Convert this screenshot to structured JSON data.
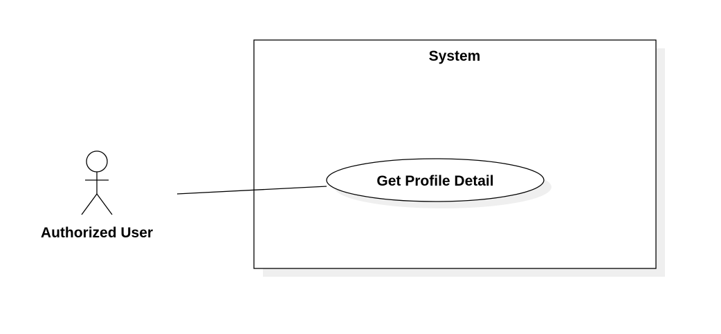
{
  "system_boundary": {
    "title": "System"
  },
  "actor": {
    "name": "Authorized User"
  },
  "use_case": {
    "name": "Get Profile Detail"
  },
  "colors": {
    "line": "#000000",
    "shadow": "#efefef",
    "fill": "#ffffff"
  }
}
